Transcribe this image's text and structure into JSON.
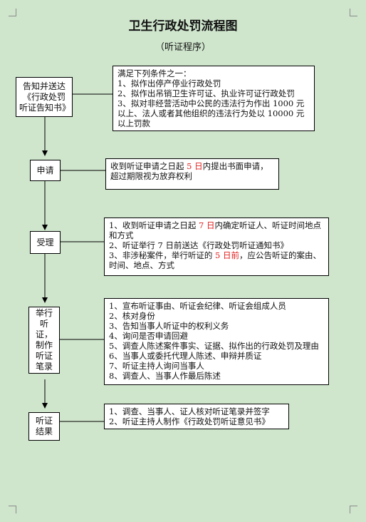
{
  "title": "卫生行政处罚流程图",
  "subtitle": "（听证程序）",
  "steps": [
    {
      "id": "notify",
      "label": "告知并送达《行政处罚听证告知书》",
      "details": [
        {
          "text": "满足下列条件之一："
        },
        {
          "text": "1、拟作出停产停业行政处罚"
        },
        {
          "text": "2、拟作出吊销卫生许可证、执业许可证行政处罚"
        },
        {
          "text": "3、拟对非经营活动中公民的违法行为作出 1000 元以上、法人或者其他组织的违法行为处以 10000 元以上罚款"
        }
      ]
    },
    {
      "id": "apply",
      "label": "申请",
      "details": [
        {
          "pre": "收到听证申请之日起 ",
          "hl": "5 日",
          "post": "内提出书面申请，超过期限视为放弃权利"
        }
      ]
    },
    {
      "id": "accept",
      "label": "受理",
      "details": [
        {
          "pre": "1、收到听证申请之日起 ",
          "hl": "7 日",
          "post": "内确定听证人、听证时间地点和方式"
        },
        {
          "text": "2、听证举行 7 日前送达《行政处罚听证通知书》"
        },
        {
          "pre": "3、非涉秘案件，举行听证的 ",
          "hl": "5 日前",
          "post": "，应公告听证的案由、时间、地点、方式"
        }
      ]
    },
    {
      "id": "hold",
      "label": "举行听证，制作听证笔录",
      "details": [
        {
          "text": "1、宣布听证事由、听证会纪律、听证会组成人员"
        },
        {
          "text": "2、核对身份"
        },
        {
          "text": "3、告知当事人听证中的权利义务"
        },
        {
          "text": "4、询问是否申请回避"
        },
        {
          "text": "5、调查人陈述案件事实、证据、拟作出的行政处罚及理由"
        },
        {
          "text": "6、当事人或委托代理人陈述、申辩并质证"
        },
        {
          "text": "7、听证主持人询问当事人"
        },
        {
          "text": "8、调查人、当事人作最后陈述"
        }
      ]
    },
    {
      "id": "result",
      "label": "听证结果",
      "details": [
        {
          "text": "1、调查、当事人、证人核对听证笔录并签字"
        },
        {
          "text": "2、听证主持人制作《行政处罚听证意见书》"
        }
      ]
    }
  ]
}
